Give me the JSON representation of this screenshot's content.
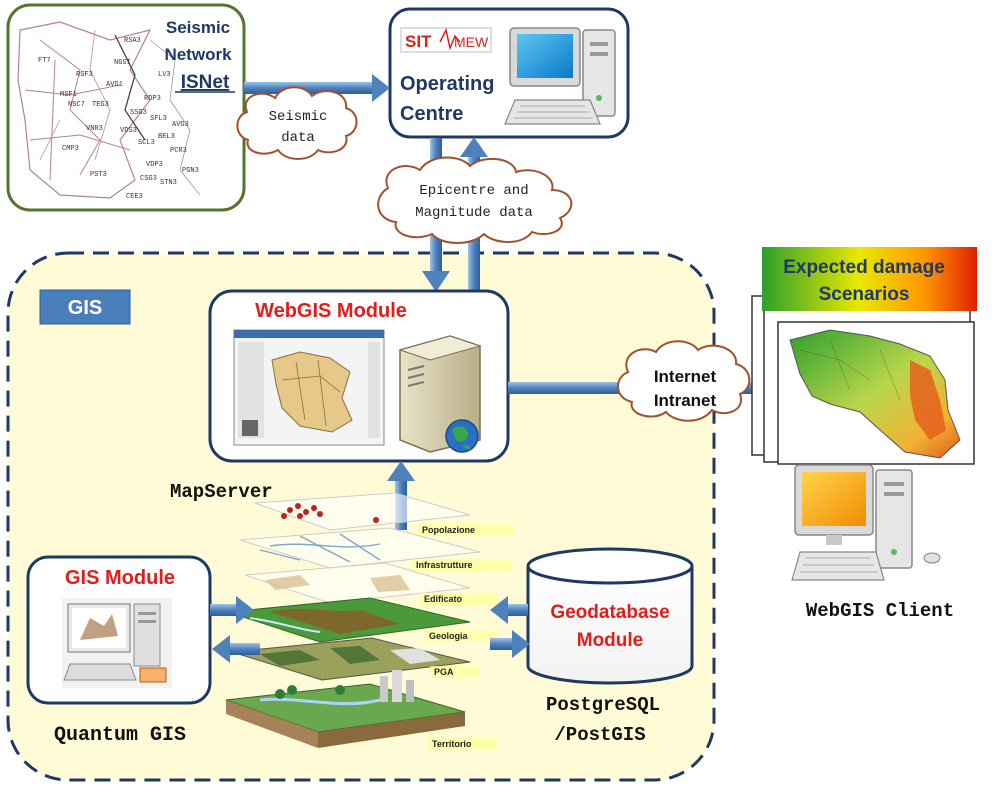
{
  "seismic_network": {
    "title_line1": "Seismic",
    "title_line2": "Network",
    "title_line3": "ISNet",
    "station_labels": [
      "RSA3",
      "NGSI",
      "FT7",
      "LV3",
      "RSF3",
      "AVG1",
      "MSF1",
      "RDP3",
      "NSC7",
      "SSG3",
      "SFL3",
      "TEG3",
      "AVG3",
      "VDS3",
      "VNR3",
      "BEL3",
      "SCL3",
      "PCR3",
      "CMP3",
      "VDP3",
      "PGN3",
      "PST3",
      "CSG3",
      "STN3",
      "CEE3"
    ]
  },
  "operating_centre": {
    "logo_text": "SIT",
    "logo_suffix": "MEW",
    "label_line1": "Operating",
    "label_line2": "Centre"
  },
  "clouds": {
    "seismic_data": [
      "Seismic",
      "data"
    ],
    "epicentre": [
      "Epicentre and",
      "Magnitude data"
    ],
    "internet": [
      "Internet",
      "Intranet"
    ]
  },
  "gis_region": {
    "label": "GIS"
  },
  "webgis_module": {
    "title": "WebGIS Module"
  },
  "mapserver": {
    "label": "MapServer",
    "layers": [
      "Popolazione",
      "Infrastrutture",
      "Edificato",
      "Geologia",
      "PGA",
      "Territorio"
    ]
  },
  "gis_module": {
    "title": "GIS Module",
    "caption": "Quantum GIS"
  },
  "geodatabase": {
    "title_line1": "Geodatabase",
    "title_line2": "Module",
    "caption_line1": "PostgreSQL",
    "caption_line2": "/PostGIS"
  },
  "scenarios": {
    "title_line1": "Expected damage",
    "title_line2": "Scenarios"
  },
  "webgis_client": {
    "caption": "WebGIS Client"
  },
  "colors": {
    "arrow_blue": "#4f81bd",
    "box_border": "#1f3864",
    "red_title": "#e31c1c",
    "gis_fill": "#fffbd6",
    "gis_label_fill": "#4a7ebb"
  }
}
